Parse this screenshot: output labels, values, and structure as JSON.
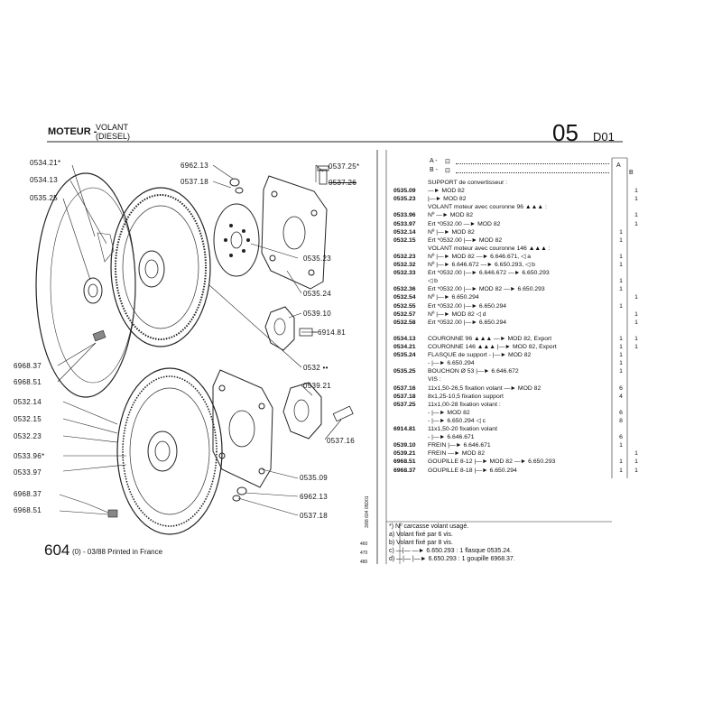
{
  "header": {
    "section": "MOTEUR -",
    "title": "VOLANT",
    "subtitle": "(DIESEL)",
    "group": "05",
    "subgroup": "D01"
  },
  "legend": {
    "a": "A - ",
    "b": "B - "
  },
  "table_columns": [
    "A",
    "B"
  ],
  "parts_list": [
    {
      "ref": "",
      "desc": "SUPPORT de convertisseur :",
      "q1": "",
      "q2": ""
    },
    {
      "ref": "0535.09",
      "desc": "—► MOD 82",
      "q1": "",
      "q2": "1"
    },
    {
      "ref": "0535.23",
      "desc": "|—► MOD 82",
      "q1": "",
      "q2": "1"
    },
    {
      "ref": "",
      "desc": "VOLANT moteur avec couronne 96 ▲▲▲ :",
      "q1": "",
      "q2": ""
    },
    {
      "ref": "0533.96",
      "desc": "Nº —► MOD 82",
      "q1": "",
      "q2": "1"
    },
    {
      "ref": "0533.97",
      "desc": "Ert *0532.00 —► MOD 82",
      "q1": "",
      "q2": "1"
    },
    {
      "ref": "0532.14",
      "desc": "Nº |—► MOD 82",
      "q1": "1",
      "q2": ""
    },
    {
      "ref": "0532.15",
      "desc": "Ert *0532.00 |—► MOD 82",
      "q1": "1",
      "q2": ""
    },
    {
      "ref": "",
      "desc": "VOLANT moteur avec couronne 146 ▲▲▲ :",
      "q1": "",
      "q2": ""
    },
    {
      "ref": "0532.23",
      "desc": "Nº |—► MOD 82 —► 6.646.671, ◁ a",
      "q1": "1",
      "q2": ""
    },
    {
      "ref": "0532.32",
      "desc": "Nº |—► 6.646.672 —► 6.650.293, ◁ b",
      "q1": "1",
      "q2": ""
    },
    {
      "ref": "0532.33",
      "desc": "Ert *0532.00 |—► 6.646.672 —► 6.650.293",
      "q1": "",
      "q2": ""
    },
    {
      "ref": "",
      "desc": "◁ b",
      "q1": "1",
      "q2": ""
    },
    {
      "ref": "0532.36",
      "desc": "Ert *0532.00 |—► MOD 82 —► 6.650.293",
      "q1": "1",
      "q2": ""
    },
    {
      "ref": "0532.54",
      "desc": "Nº |—► 6.650.294",
      "q1": "",
      "q2": "1"
    },
    {
      "ref": "0532.55",
      "desc": "Ert *0532.00 |—► 6.650.294",
      "q1": "1",
      "q2": ""
    },
    {
      "ref": "0532.57",
      "desc": "Nº |—► MOD 82 ◁ d",
      "q1": "",
      "q2": "1"
    },
    {
      "ref": "0532.58",
      "desc": "Ert *0532.00 |—► 6.650.294",
      "q1": "",
      "q2": "1"
    },
    {
      "ref": "",
      "desc": "",
      "q1": "",
      "q2": ""
    },
    {
      "ref": "0534.13",
      "desc": "COURONNE 96 ▲▲▲ —► MOD 82, Export",
      "q1": "1",
      "q2": "1"
    },
    {
      "ref": "0534.21",
      "desc": "COURONNE 146 ▲▲▲ |—► MOD 82, Export",
      "q1": "1",
      "q2": "1"
    },
    {
      "ref": "0535.24",
      "desc": "FLASQUE de support - |—► MOD 82",
      "q1": "1",
      "q2": ""
    },
    {
      "ref": "",
      "desc": "- |—► 6.650.294",
      "q1": "1",
      "q2": ""
    },
    {
      "ref": "0535.25",
      "desc": "BOUCHON Ø 53 |—► 6.646.672",
      "q1": "1",
      "q2": ""
    },
    {
      "ref": "",
      "desc": "VIS :",
      "q1": "",
      "q2": ""
    },
    {
      "ref": "0537.16",
      "desc": "11x1,50-26,5 fixation volant —► MOD 82",
      "q1": "6",
      "q2": ""
    },
    {
      "ref": "0537.18",
      "desc": "8x1,25-10,5 fixation support",
      "q1": "4",
      "q2": ""
    },
    {
      "ref": "0537.25",
      "desc": "11x1,00-28 fixation volant :",
      "q1": "",
      "q2": ""
    },
    {
      "ref": "",
      "desc": "- |—► MOD 82",
      "q1": "6",
      "q2": ""
    },
    {
      "ref": "",
      "desc": "- |—► 6.650.294 ◁ c",
      "q1": "8",
      "q2": ""
    },
    {
      "ref": "6914.81",
      "desc": "11x1,50-20 fixation volant",
      "q1": "",
      "q2": ""
    },
    {
      "ref": "",
      "desc": "- |—► 6.646.671",
      "q1": "6",
      "q2": ""
    },
    {
      "ref": "0539.10",
      "desc": "FREIN |—► 6.646.671",
      "q1": "1",
      "q2": ""
    },
    {
      "ref": "0539.21",
      "desc": "FREIN —► MOD 82",
      "q1": "",
      "q2": "1"
    },
    {
      "ref": "6968.51",
      "desc": "GOUPILLE 8-12 |—► MOD 82 —► 6.650.293",
      "q1": "1",
      "q2": "1"
    },
    {
      "ref": "6968.37",
      "desc": "GOUPILLE 8-18 |—► 6.650.294",
      "q1": "1",
      "q2": "1"
    }
  ],
  "notes": [
    "*) Nº carcasse volant usagé.",
    "a) Volant fixé par 6 vis.",
    "b) Volant fixé par 8 vis.",
    "c) —|— —► 6.650.293 : 1 flasque 0535.24.",
    "d) —|— |—► 6.650.293 : 1 goupille 6968.37."
  ],
  "note_margin": [
    "460",
    "470",
    "480"
  ],
  "footer": {
    "page_num": "604",
    "page_suffix": "(0) - 03/88 Printed in France",
    "vertical_code": "3/88 604 05D01"
  },
  "callouts": {
    "c053421": "0534.21*",
    "c053413": "0534.13",
    "c053525": "0535.25",
    "c696213a": "6962.13",
    "c053718a": "0537.18",
    "c053725": "0537.25*",
    "c053726": "0537.26",
    "c053523": "0535.23",
    "c053524": "0535.24",
    "c053910": "0539.10",
    "c691481": "6914.81",
    "c0532": "0532 ••",
    "c696837a": "6968.37",
    "c696851a": "6968.51",
    "c053921": "0539.21",
    "c053214": "0532.14",
    "c053215": "0532.15",
    "c053223": "0532.23",
    "c053396": "0533.96*",
    "c053716": "0537.16",
    "c053397": "0533.97",
    "c053509": "0535.09",
    "c696837b": "6968.37",
    "c696213b": "6962.13",
    "c696851b": "6968.51",
    "c053718b": "0537.18"
  }
}
